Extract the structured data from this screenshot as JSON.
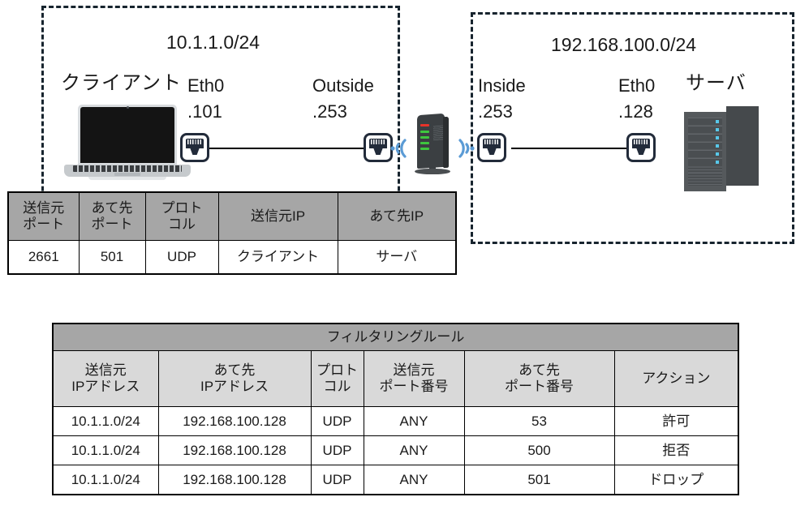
{
  "diagram": {
    "left_subnet": {
      "network_label": "10.1.1.0/24",
      "client_label": "クライアント",
      "client_interface": "Eth0",
      "client_ip": ".101",
      "router_outside_interface": "Outside",
      "router_outside_ip": ".253"
    },
    "right_subnet": {
      "network_label": "192.168.100.0/24",
      "router_inside_interface": "Inside",
      "router_inside_ip": ".253",
      "server_interface": "Eth0",
      "server_ip": ".128",
      "server_label": "サーバ"
    },
    "icons": {
      "laptop": "laptop-icon",
      "router": "wireless-router-icon",
      "server": "server-tower-icon",
      "jack": "rj45-jack-icon",
      "wifi": "wifi-signal-icon"
    },
    "colors": {
      "subnet_border": "#17242e",
      "wifi_arc": "#5b9bd5",
      "router_led_red": "#e8332a",
      "router_led_green": "#3ec63e",
      "server_led": "#58c8ea",
      "header_dark_gray": "#a6a6a6",
      "header_light_gray": "#d9d9d9"
    }
  },
  "packet_table": {
    "headers": [
      "送信元\nポート",
      "あて先\nポート",
      "プロト\nコル",
      "送信元IP",
      "あて先IP"
    ],
    "headers_lines": [
      [
        "送信元",
        "ポート"
      ],
      [
        "あて先",
        "ポート"
      ],
      [
        "プロト",
        "コル"
      ],
      [
        "送信元IP",
        ""
      ],
      [
        "あて先IP",
        ""
      ]
    ],
    "row": [
      "2661",
      "501",
      "UDP",
      "クライアント",
      "サーバ"
    ]
  },
  "rules_table": {
    "title": "フィルタリングルール",
    "headers_lines": [
      [
        "送信元",
        "IPアドレス"
      ],
      [
        "あて先",
        "IPアドレス"
      ],
      [
        "プロト",
        "コル"
      ],
      [
        "送信元",
        "ポート番号"
      ],
      [
        "あて先",
        "ポート番号"
      ],
      [
        "アクション",
        ""
      ]
    ],
    "rows": [
      [
        "10.1.1.0/24",
        "192.168.100.128",
        "UDP",
        "ANY",
        "53",
        "許可"
      ],
      [
        "10.1.1.0/24",
        "192.168.100.128",
        "UDP",
        "ANY",
        "500",
        "拒否"
      ],
      [
        "10.1.1.0/24",
        "192.168.100.128",
        "UDP",
        "ANY",
        "501",
        "ドロップ"
      ]
    ]
  }
}
